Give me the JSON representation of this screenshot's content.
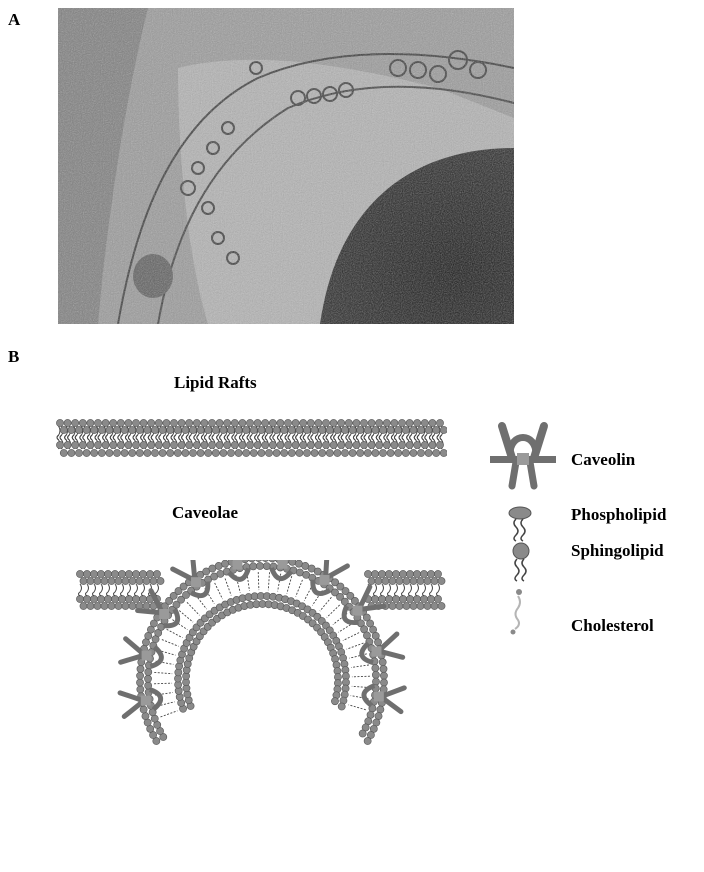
{
  "figure": {
    "panel_a": {
      "label": "A"
    },
    "panel_b": {
      "label": "B",
      "lipid_rafts_heading": "Lipid Rafts",
      "caveolae_heading": "Caveolae",
      "legend": [
        {
          "icon": "caveolin-icon",
          "label": "Caveolin"
        },
        {
          "icon": "phospholipid-icon",
          "label": "Phospholipid"
        },
        {
          "icon": "sphingolipid-icon",
          "label": "Sphingolipid"
        },
        {
          "icon": "cholesterol-icon",
          "label": "Cholesterol"
        }
      ]
    }
  },
  "colors": {
    "headgroup": "#8a8a8a",
    "headgroup_stroke": "#555555",
    "tail": "#444444",
    "caveolin": "#6f6f6f",
    "caveolin_core": "#9a9a9a",
    "em_dark": "#1e1e1e",
    "em_mid": "#8c8c8c"
  }
}
